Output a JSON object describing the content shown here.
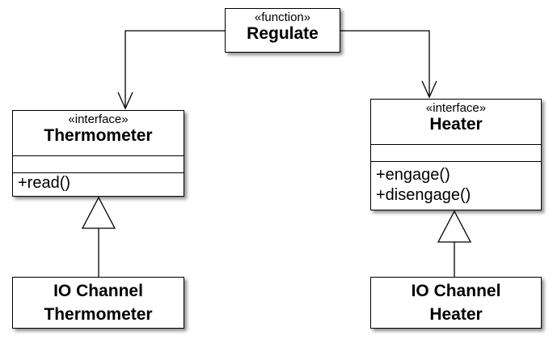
{
  "regulate": {
    "stereotype": "«function»",
    "name": "Regulate"
  },
  "thermometer": {
    "stereotype": "«interface»",
    "name": "Thermometer",
    "operations": [
      "+read()"
    ]
  },
  "heater": {
    "stereotype": "«interface»",
    "name": "Heater",
    "operations": [
      "+engage()",
      "+disengage()"
    ]
  },
  "io_thermometer": {
    "line1": "IO Channel",
    "line2": "Thermometer"
  },
  "io_heater": {
    "line1": "IO Channel",
    "line2": "Heater"
  },
  "relationships": [
    {
      "from": "Regulate",
      "to": "Thermometer",
      "kind": "dependency"
    },
    {
      "from": "Regulate",
      "to": "Heater",
      "kind": "dependency"
    },
    {
      "from": "IO Channel Thermometer",
      "to": "Thermometer",
      "kind": "realization"
    },
    {
      "from": "IO Channel Heater",
      "to": "Heater",
      "kind": "realization"
    }
  ]
}
